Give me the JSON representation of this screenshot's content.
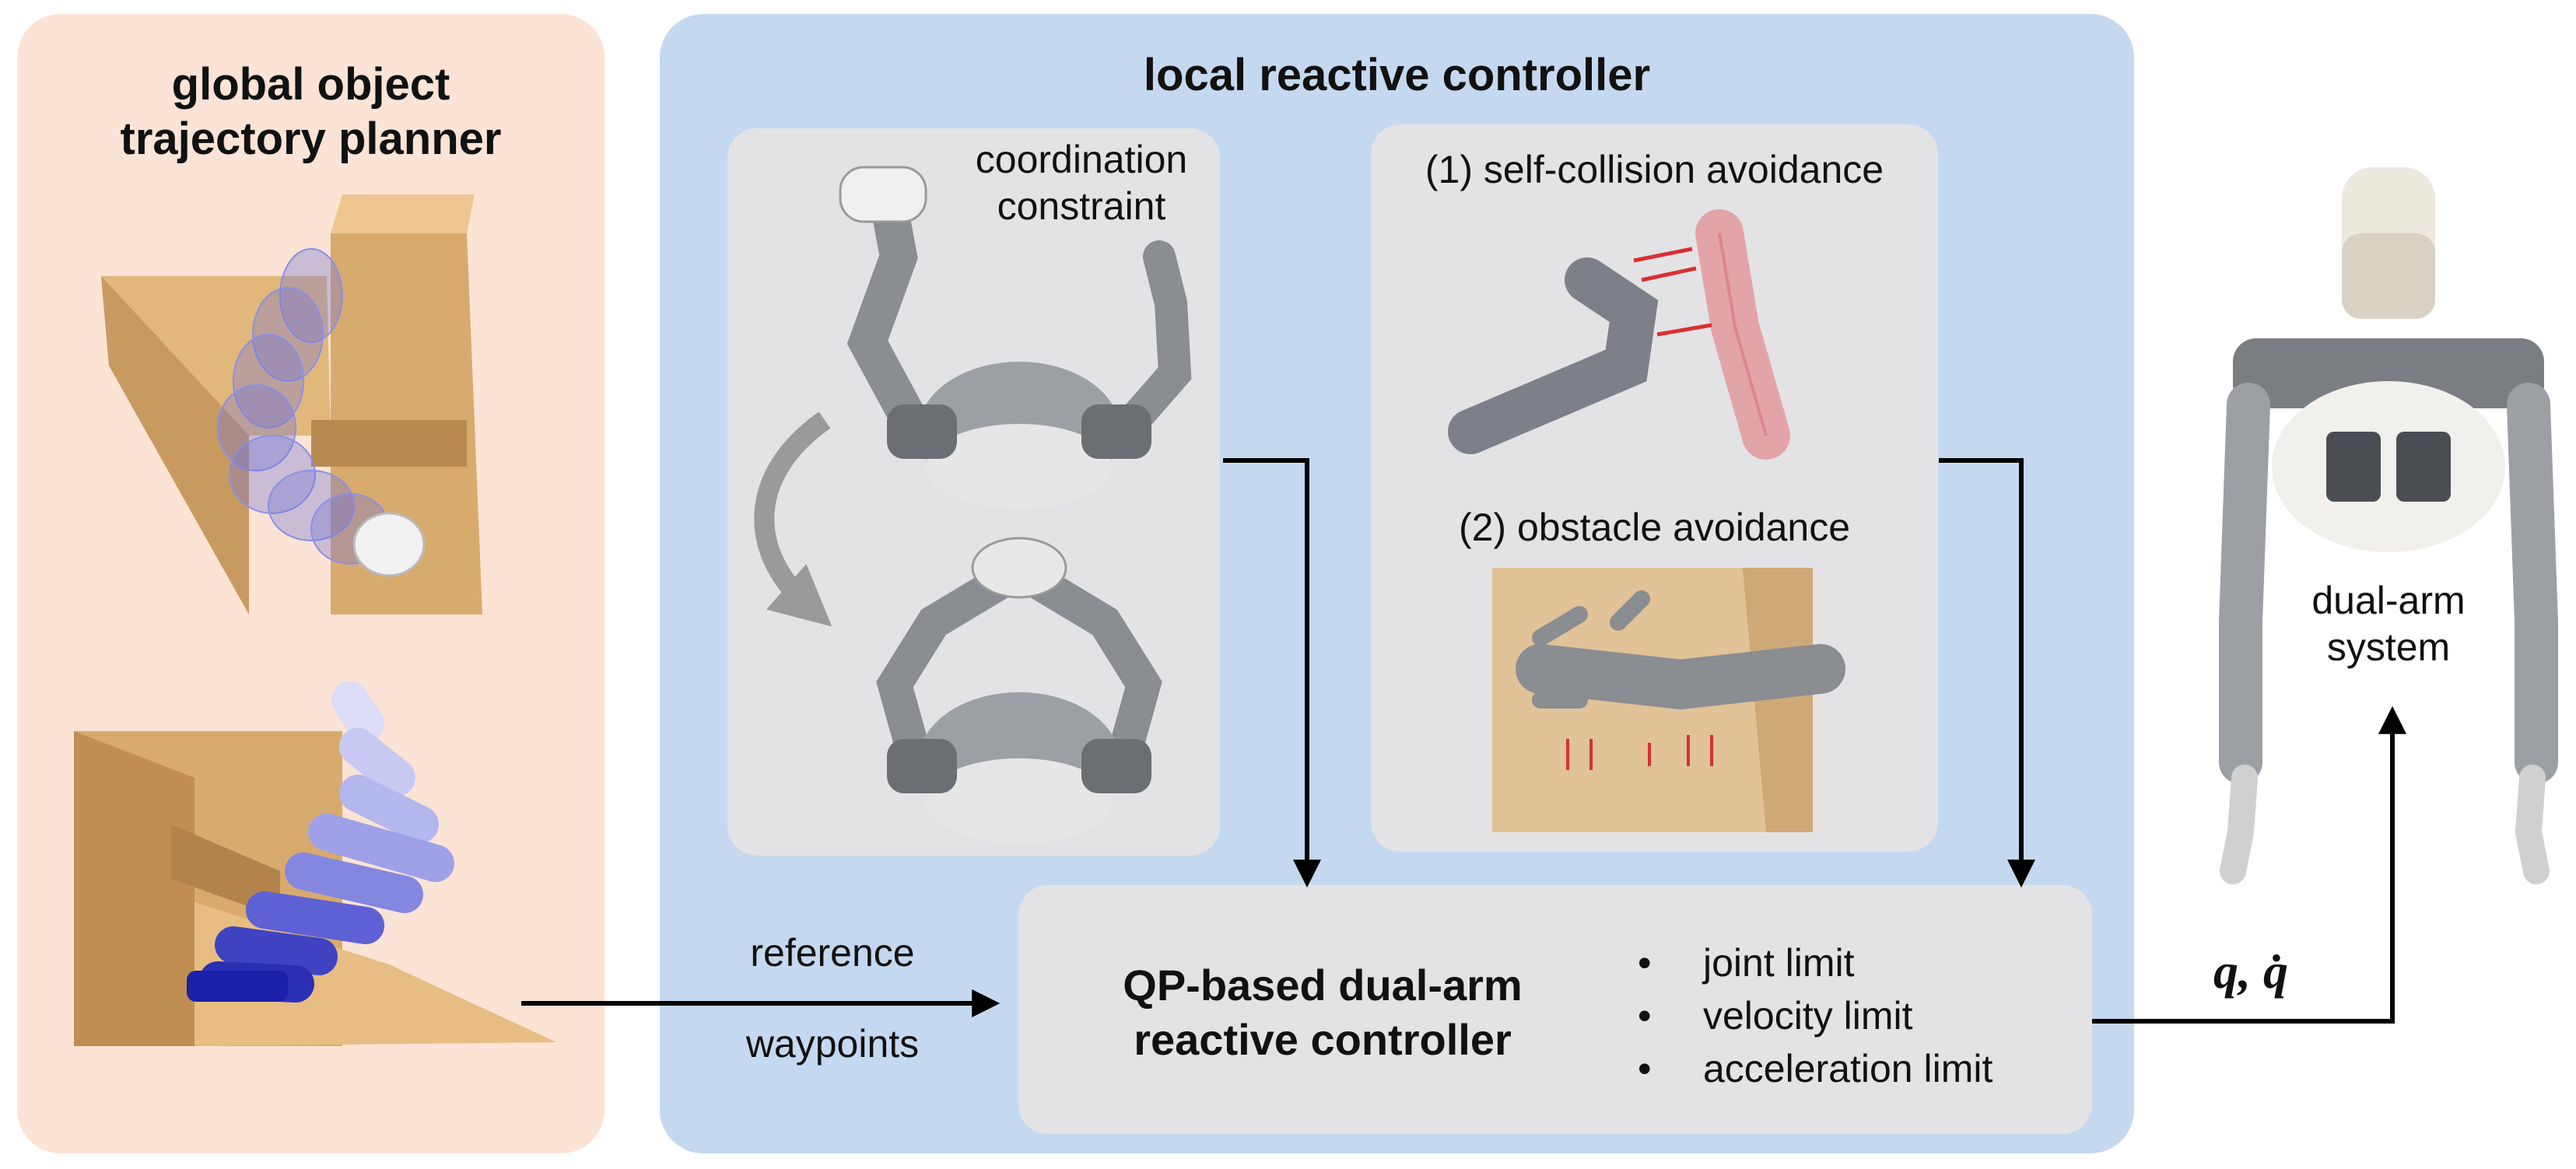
{
  "planner": {
    "title_line1": "global object",
    "title_line2": "trajectory planner"
  },
  "controller": {
    "title": "local reactive controller",
    "coordination": {
      "line1": "coordination",
      "line2": "constraint"
    },
    "self_collision": "(1) self-collision avoidance",
    "obstacle": "(2) obstacle avoidance"
  },
  "qp": {
    "line1": "QP-based dual-arm",
    "line2": "reactive controller",
    "limits": [
      "joint limit",
      "velocity limit",
      "acceleration limit"
    ]
  },
  "reference": {
    "line1": "reference",
    "line2": "waypoints"
  },
  "output_symbol": "q, q̇",
  "robot": {
    "line1": "dual-arm",
    "line2": "system"
  },
  "colors": {
    "planner_bg": "#fbe3d5",
    "controller_bg": "#c4d9ef",
    "inner_box": "#e3e3e5",
    "stair": "#d9aa6e",
    "trajectory": "#5a5ed0",
    "red_arm": "#e3a4a8",
    "arrow": "#000000"
  },
  "icons": [
    "stair-trajectory-top-image",
    "stair-trajectory-bottom-image",
    "dual-arm-pose-image",
    "rotate-arrow-icon",
    "self-collision-image",
    "obstacle-hand-image",
    "humanoid-robot-image"
  ]
}
